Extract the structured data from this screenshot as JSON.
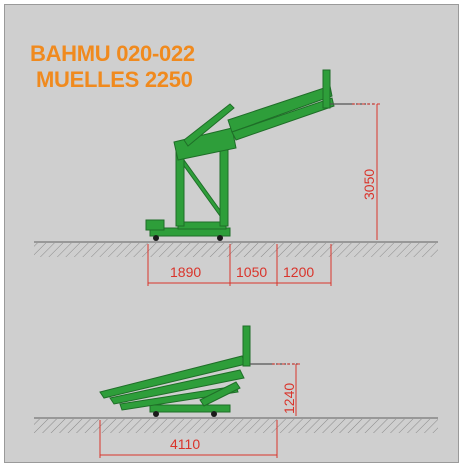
{
  "title": {
    "line1": "BAHMU 020-022",
    "line2": "MUELLES 2250"
  },
  "dimensions": {
    "height_extended": "3050",
    "offset_base": "1890",
    "offset_mid": "1050",
    "offset_reach": "1200",
    "height_folded": "1240",
    "length_folded": "4110"
  },
  "colors": {
    "background": "#cfcfcf",
    "title": "#f08a1e",
    "structure": "#2e9e3a",
    "dimension": "#d9342b"
  }
}
